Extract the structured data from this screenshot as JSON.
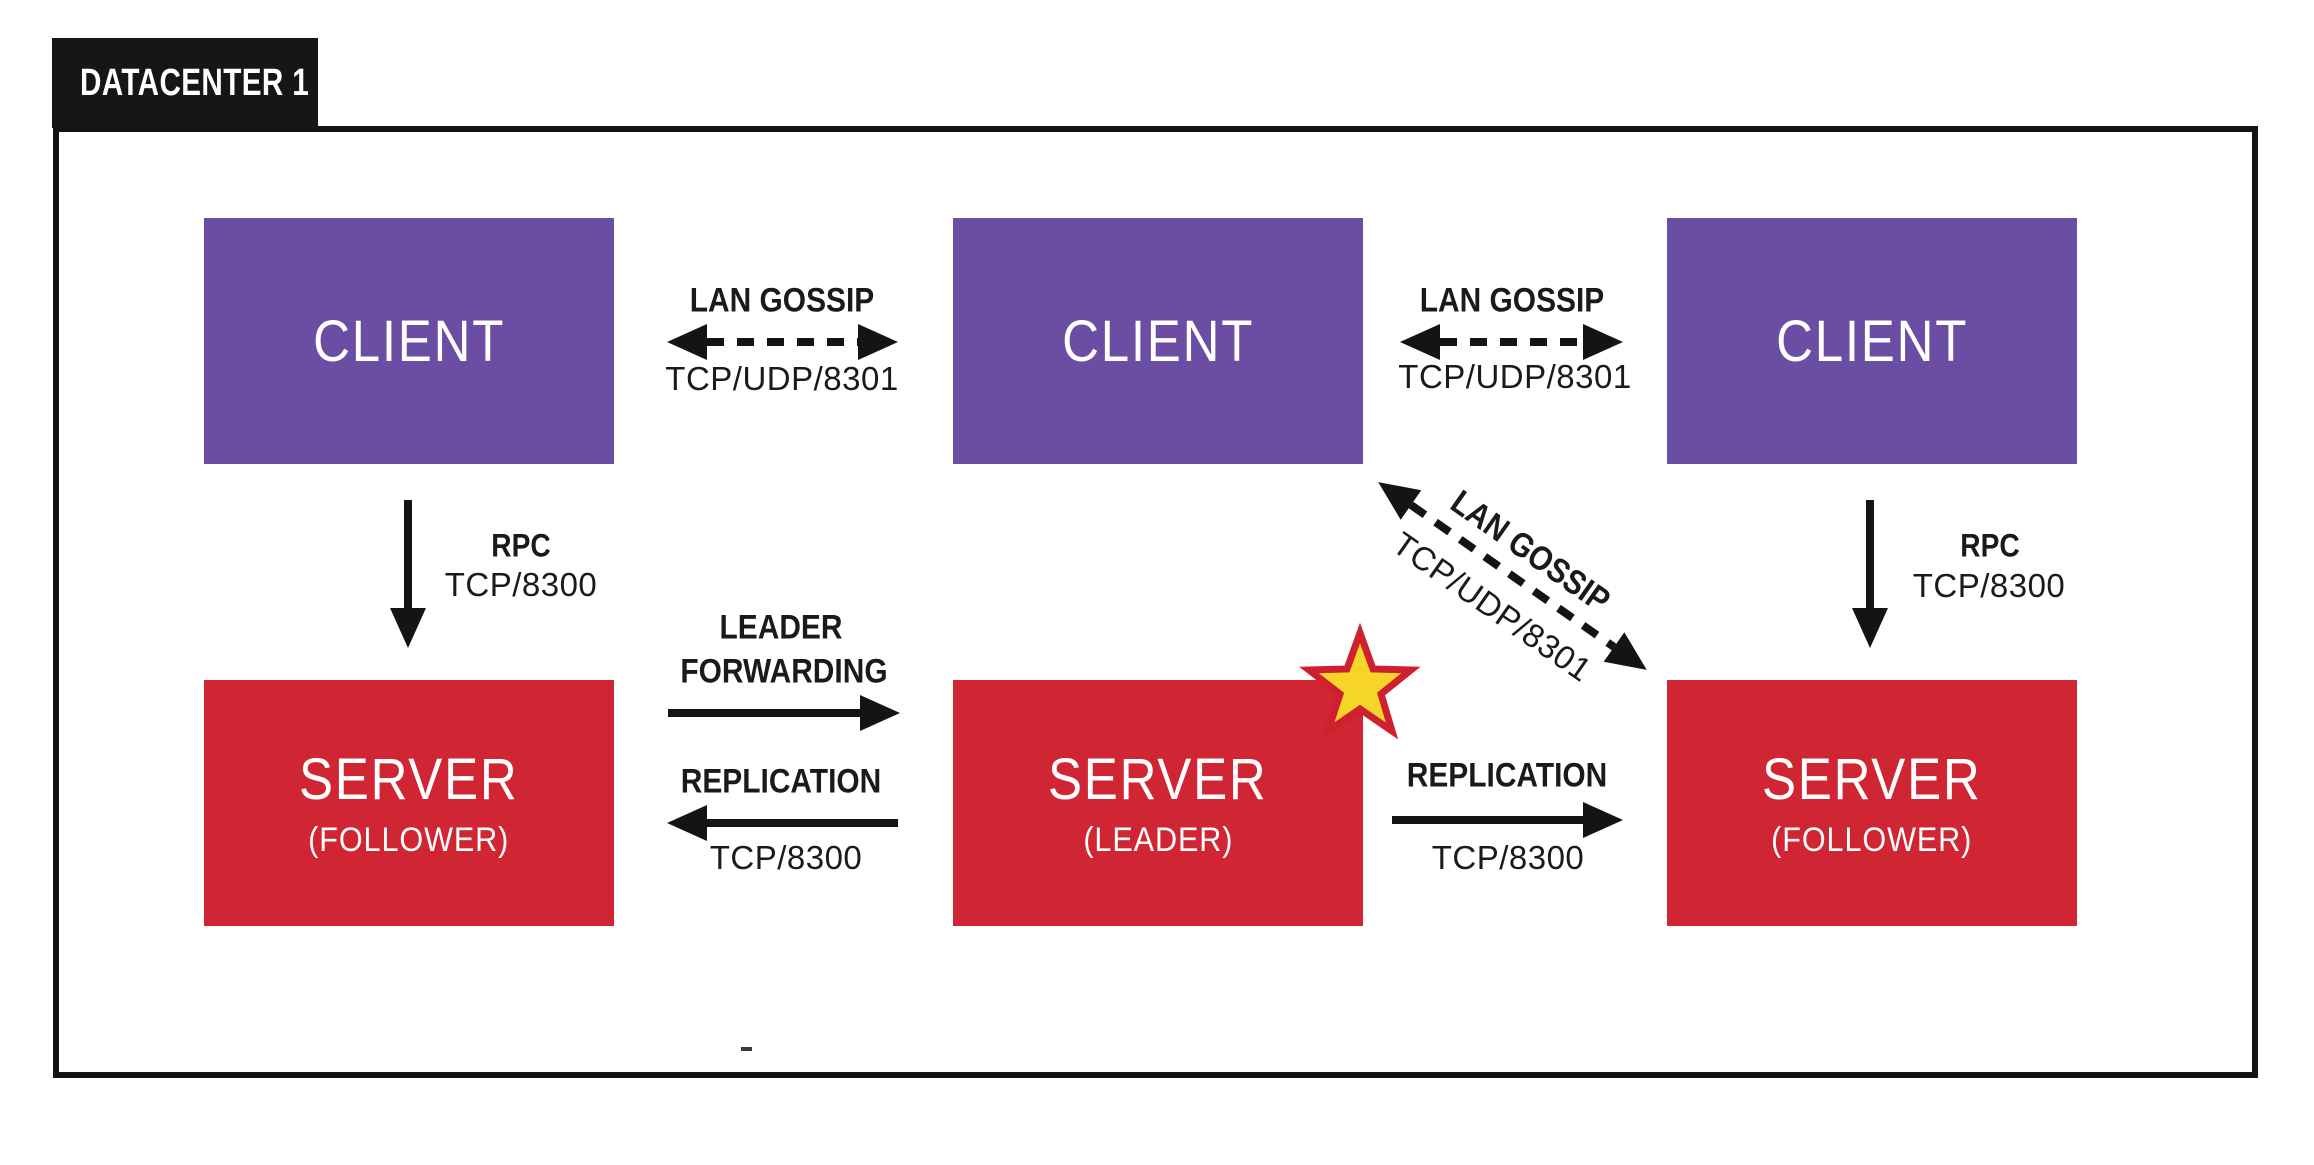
{
  "diagram": {
    "datacenter_label": "DATACENTER 1",
    "colors": {
      "client_box": "#6b4ea3",
      "server_box": "#d02532",
      "star_fill": "#f5d628",
      "star_border": "#ce202e",
      "label_box_bg": "#161616",
      "arrow_color": "#141414",
      "node_text": "#ffffff"
    },
    "nodes": {
      "client1": {
        "label": "CLIENT"
      },
      "client2": {
        "label": "CLIENT"
      },
      "client3": {
        "label": "CLIENT"
      },
      "server_follower_left": {
        "label": "SERVER",
        "role": "(FOLLOWER)"
      },
      "server_leader": {
        "label": "SERVER",
        "role": "(LEADER)"
      },
      "server_follower_right": {
        "label": "SERVER",
        "role": "(FOLLOWER)"
      }
    },
    "connections": {
      "lan_gossip_top_left": {
        "label": "LAN GOSSIP",
        "protocol": "TCP/UDP/8301",
        "style": "dashed-bidirectional"
      },
      "lan_gossip_top_right": {
        "label": "LAN GOSSIP",
        "protocol": "TCP/UDP/8301",
        "style": "dashed-bidirectional"
      },
      "lan_gossip_diagonal": {
        "label": "LAN GOSSIP",
        "protocol": "TCP/UDP/8301",
        "style": "dashed-bidirectional"
      },
      "rpc_left": {
        "label": "RPC",
        "protocol": "TCP/8300",
        "style": "solid-down"
      },
      "rpc_right": {
        "label": "RPC",
        "protocol": "TCP/8300",
        "style": "solid-down"
      },
      "leader_forwarding": {
        "label_line1": "LEADER",
        "label_line2": "FORWARDING",
        "style": "solid-right"
      },
      "replication_left": {
        "label": "REPLICATION",
        "protocol": "TCP/8300",
        "style": "solid-left"
      },
      "replication_right": {
        "label": "REPLICATION",
        "protocol": "TCP/8300",
        "style": "solid-right"
      }
    },
    "icons": {
      "leader_star": "star-icon"
    }
  }
}
